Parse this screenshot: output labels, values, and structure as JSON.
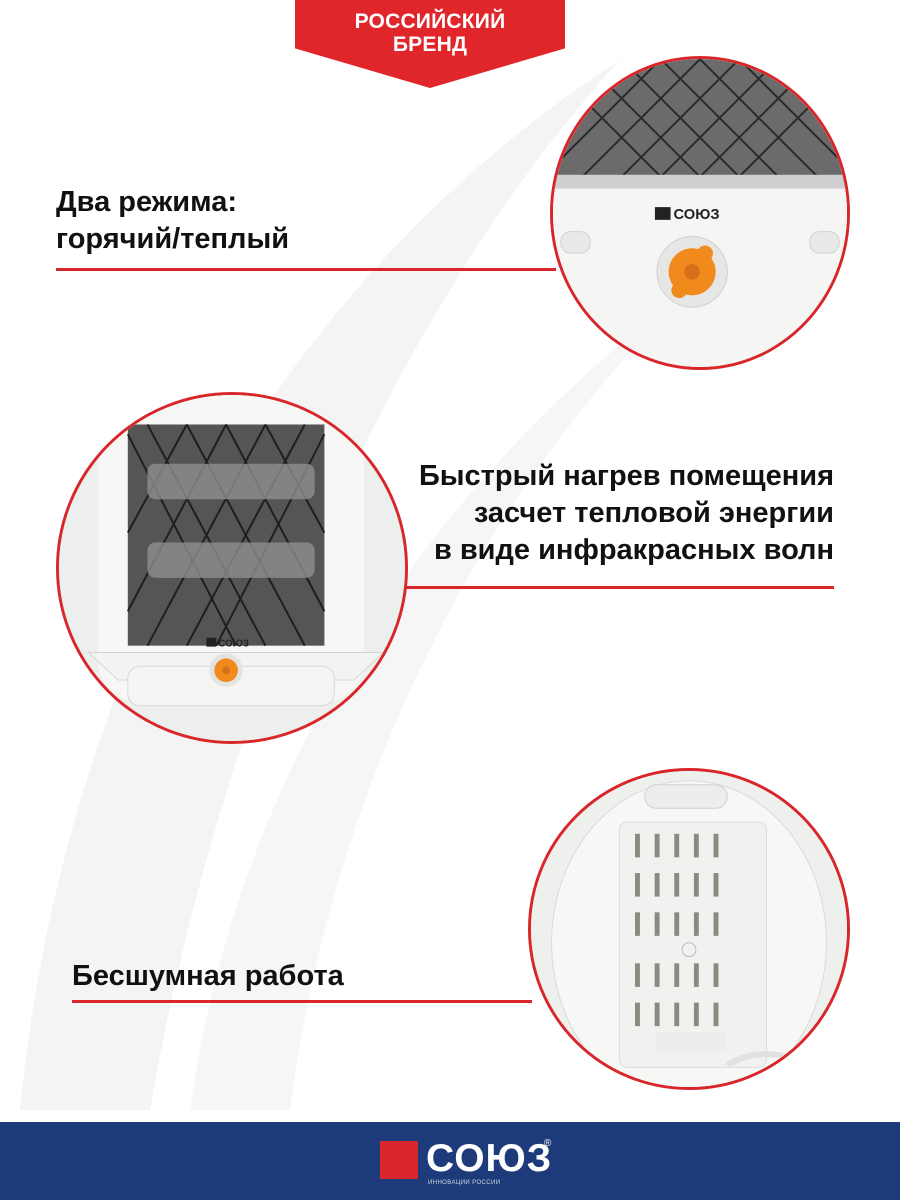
{
  "badge": {
    "line1": "РОССИЙСКИЙ",
    "line2": "БРЕНД"
  },
  "features": [
    {
      "line1": "Два режима:",
      "line2": "горячий/теплый"
    },
    {
      "line1": "Быстрый нагрев помещения",
      "line2": "засчет тепловой энергии",
      "line3": "в виде инфракрасных волн"
    },
    {
      "line1": "Бесшумная работа"
    }
  ],
  "product_brand": "СОЮЗ",
  "footer": {
    "brand": "СОЮЗ",
    "tagline": "ИННОВАЦИИ РОССИИ",
    "reg_mark": "®"
  },
  "colors": {
    "accent_red": "#d9262b",
    "footer_blue": "#1d3b7a",
    "knob_orange": "#f08a1c"
  },
  "icons": [
    "brand-logo-icon",
    "heater-control-knob-icon"
  ]
}
